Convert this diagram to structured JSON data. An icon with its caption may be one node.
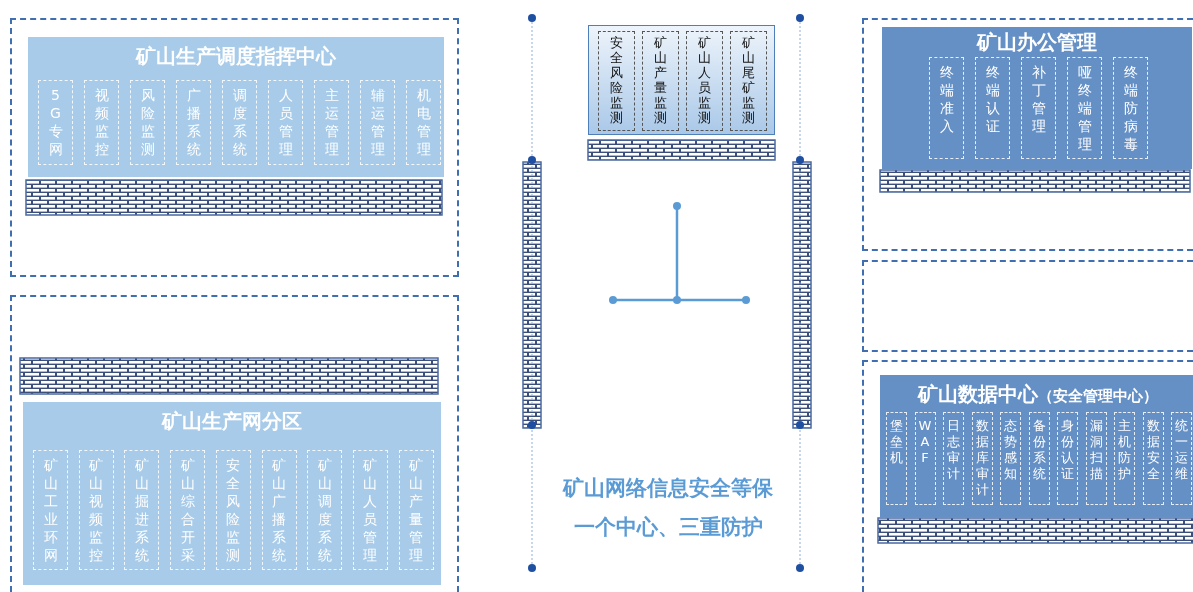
{
  "diagram": {
    "nodes": [
      {
        "text": [],
        "shape": "box"
      },
      {
        "text": [
          "矿山生产调度指挥中心"
        ],
        "in": 0
      },
      {
        "text": [
          "5G专网"
        ],
        "in": 1
      },
      {
        "text": [
          "视频监控"
        ],
        "in": 1
      },
      {
        "text": [
          "风险监测"
        ],
        "in": 1
      },
      {
        "text": [
          "广播系统"
        ],
        "in": 1
      },
      {
        "text": [
          "调度系统"
        ],
        "in": 1
      },
      {
        "text": [
          "人员管理"
        ],
        "in": 1
      },
      {
        "text": [
          "主运管理"
        ],
        "in": 1
      },
      {
        "text": [
          "辅运管理"
        ],
        "in": 1
      },
      {
        "text": [
          "机电管理"
        ],
        "in": 1
      },
      {
        "text": [],
        "shape": "box"
      },
      {
        "text": [
          "矿山生产网分区"
        ],
        "in": 11
      },
      {
        "text": [
          "矿山工业环网"
        ],
        "in": 12
      },
      {
        "text": [
          "矿山视频监控"
        ],
        "in": 12
      },
      {
        "text": [
          "矿山掘进系统"
        ],
        "in": 12
      },
      {
        "text": [
          "矿山综合开采"
        ],
        "in": 12
      },
      {
        "text": [
          "安全风险监测"
        ],
        "in": 12
      },
      {
        "text": [
          "矿山广播系统"
        ],
        "in": 12
      },
      {
        "text": [
          "矿山调度系统"
        ],
        "in": 12
      },
      {
        "text": [
          "矿山人员管理"
        ],
        "in": 12
      },
      {
        "text": [
          "矿山产量管理"
        ],
        "in": 12
      },
      {
        "text": [],
        "shape": "box"
      },
      {
        "text": [
          "安全风险监测"
        ],
        "in": 22
      },
      {
        "text": [
          "矿山产量监测"
        ],
        "in": 22
      },
      {
        "text": [
          "矿山人员监测"
        ],
        "in": 22
      },
      {
        "text": [
          "矿山尾矿监测"
        ],
        "in": 22
      },
      {
        "text": [],
        "shape": "box"
      },
      {
        "text": [
          "矿山办公管理"
        ],
        "in": 27
      },
      {
        "text": [
          "终端准入"
        ],
        "in": 28
      },
      {
        "text": [
          "终端认证"
        ],
        "in": 28
      },
      {
        "text": [
          "补丁管理"
        ],
        "in": 28
      },
      {
        "text": [
          "哑终端管理"
        ],
        "in": 28
      },
      {
        "text": [
          "终端防病毒"
        ],
        "in": 28
      },
      {
        "text": [],
        "shape": "box"
      },
      {
        "text": [],
        "shape": "box"
      },
      {
        "text": [
          "矿山数据中心",
          "（安全管理中心）"
        ],
        "in": 35
      },
      {
        "text": [
          "堡垒机"
        ],
        "in": 36
      },
      {
        "text": [
          "WAF"
        ],
        "in": 36
      },
      {
        "text": [
          "日志审计"
        ],
        "in": 36
      },
      {
        "text": [
          "数据库审计"
        ],
        "in": 36
      },
      {
        "text": [
          "态势感知"
        ],
        "in": 36
      },
      {
        "text": [
          "备份系统"
        ],
        "in": 36
      },
      {
        "text": [
          "身份认证"
        ],
        "in": 36
      },
      {
        "text": [
          "漏洞扫描"
        ],
        "in": 36
      },
      {
        "text": [
          "主机防护"
        ],
        "in": 36
      },
      {
        "text": [
          "数据安全"
        ],
        "in": 36
      },
      {
        "text": [
          "统一运维"
        ],
        "in": 36
      }
    ],
    "labels": [
      "矿山网络信息安全等保",
      "一个中心、三重防护"
    ]
  }
}
